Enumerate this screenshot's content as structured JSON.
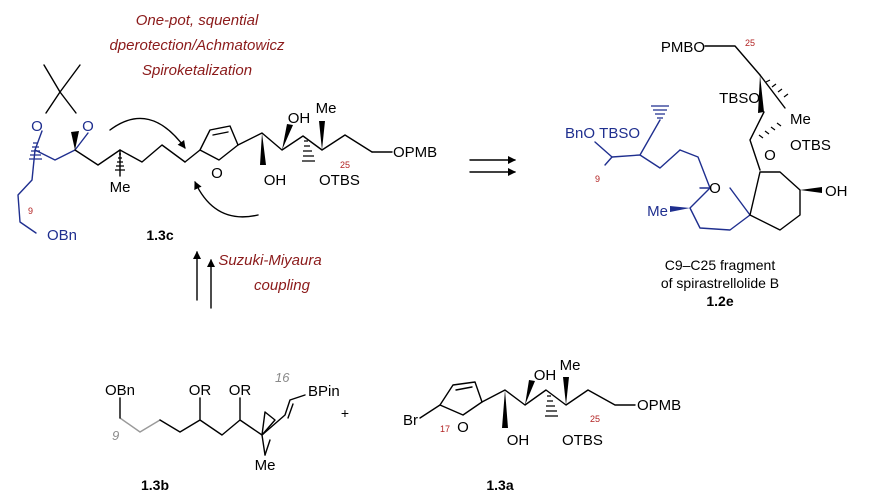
{
  "captions": {
    "spiro_line1": "One-pot, squential",
    "spiro_line2": "dperotection/Achmatowicz",
    "spiro_line3": "Spiroketalization",
    "suzuki_line1": "Suzuki-Miyaura",
    "suzuki_line2": "coupling"
  },
  "cmpd_13c": {
    "label": "1.3c",
    "O_acetal_left": "O",
    "O_acetal_right": "O",
    "O_furan": "O",
    "OBn": "OBn",
    "Me_left": "Me",
    "OH_top": "OH",
    "OH_bottom": "OH",
    "Me_right": "Me",
    "OPMB": "OPMB",
    "OTBS": "OTBS",
    "num9": "9",
    "num25": "25"
  },
  "cmpd_12e": {
    "label": "1.2e",
    "desc_line1": "C9–C25 fragment",
    "desc_line2": "of spirastrellolide B",
    "PMBO": "PMBO",
    "num25": "25",
    "TBSO_upper": "TBSO",
    "Me_upper": "Me",
    "OTBS": "OTBS",
    "TBSO_left": "TBSO",
    "BnO": "BnO",
    "O_ring1": "O",
    "O_ring2": "O",
    "Me_ring": "Me",
    "OH": "OH",
    "num9": "9"
  },
  "cmpd_13b": {
    "label": "1.3b",
    "OBn": "OBn",
    "OR1": "OR",
    "OR2": "OR",
    "BPin": "BPin",
    "Me": "Me",
    "num16": "16",
    "num9": "9"
  },
  "plus": "+",
  "cmpd_13a": {
    "label": "1.3a",
    "Br": "Br",
    "O_furan": "O",
    "OH_top": "OH",
    "OH_bottom": "OH",
    "Me": "Me",
    "OPMB": "OPMB",
    "OTBS": "OTBS",
    "num17": "17",
    "num25": "25"
  }
}
